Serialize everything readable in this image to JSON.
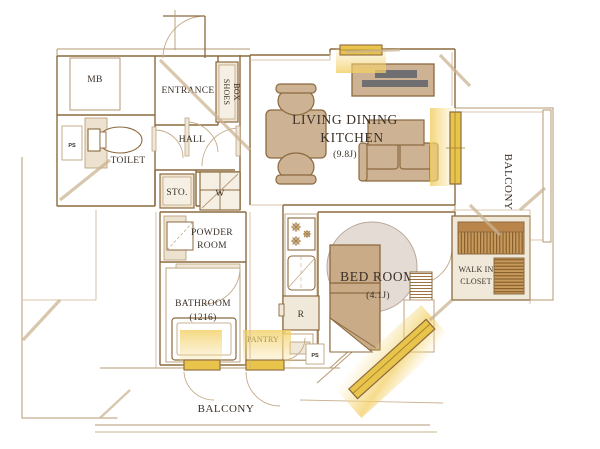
{
  "plan": {
    "type": "apartment-floor-plan",
    "rooms": [
      {
        "id": "ldk",
        "label_line1": "LIVING DINING",
        "label_line2": "KITCHEN",
        "area": "(9.8J)"
      },
      {
        "id": "bedroom",
        "label_line1": "BED ROOM",
        "area": "(4.1J)"
      },
      {
        "id": "bathroom",
        "label_line1": "BATHROOM",
        "area": "(1216)"
      },
      {
        "id": "powder",
        "label_line1": "POWDER",
        "label_line2": "ROOM"
      },
      {
        "id": "toilet",
        "label_line1": "TOILET"
      },
      {
        "id": "hall",
        "label_line1": "HALL"
      },
      {
        "id": "entrance",
        "label_line1": "ENTRANCE"
      },
      {
        "id": "shoesbox",
        "label_line1": "SHOES",
        "label_line2": "BOX"
      },
      {
        "id": "storage",
        "label_line1": "STO."
      },
      {
        "id": "washer",
        "label_line1": "W"
      },
      {
        "id": "walkincloset",
        "label_line1": "WALK IN",
        "label_line2": "CLOSET"
      },
      {
        "id": "pantry",
        "label_line1": "PANTRY"
      },
      {
        "id": "fridge",
        "label_line1": "R"
      },
      {
        "id": "meterbox",
        "label_line1": "MB"
      },
      {
        "id": "balcony_east",
        "label_line1": "BALCONY"
      },
      {
        "id": "balcony_south",
        "label_line1": "BALCONY"
      },
      {
        "id": "pipeshaft_1",
        "label_line1": "PS"
      },
      {
        "id": "pipeshaft_2",
        "label_line1": "PS"
      }
    ],
    "colors": {
      "wall_stroke": "#8b6a3f",
      "wall_fill": "#ffffff",
      "thin_line": "#b79a74",
      "room_tint": "#f2ece1",
      "furniture_fill": "#cdb293",
      "furniture_stroke": "#8b6a3f",
      "bed_fill": "#c9ab87",
      "pillow_fill": "#e3dbd4",
      "window_gold": "#e8c44a",
      "glow": "#f7dd8e",
      "closet_rod": "#a97c45",
      "tv_gray": "#6f6f72",
      "text": "#3a3028"
    }
  }
}
